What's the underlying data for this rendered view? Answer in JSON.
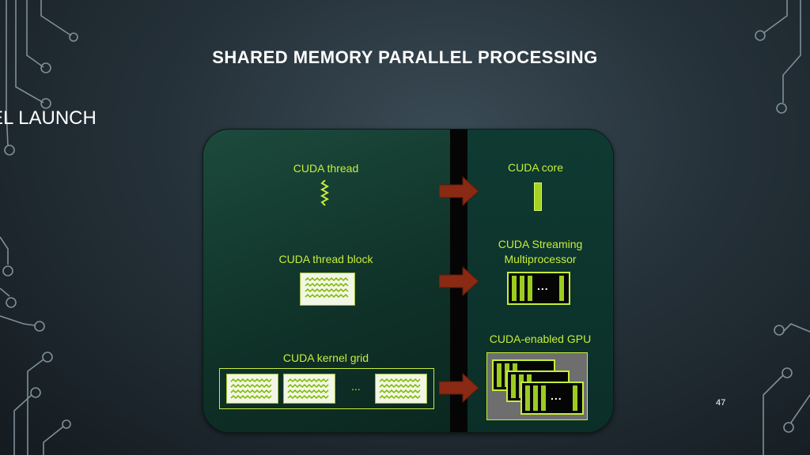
{
  "slide": {
    "title": "SHARED MEMORY PARALLEL PROCESSING",
    "side_heading": "EL LAUNCH",
    "page_number": "47"
  },
  "diagram": {
    "left_labels": {
      "thread": "CUDA thread",
      "thread_block": "CUDA thread block",
      "kernel_grid": "CUDA kernel grid"
    },
    "right_labels": {
      "core": "CUDA core",
      "sm_line1": "CUDA Streaming",
      "sm_line2": "Multiprocessor",
      "gpu": "CUDA-enabled GPU"
    },
    "ellipsis": "...",
    "colors": {
      "accent_green": "#c6ee3a",
      "arrow_red": "#8a2a14",
      "background_dark": "#0c2a22"
    }
  }
}
